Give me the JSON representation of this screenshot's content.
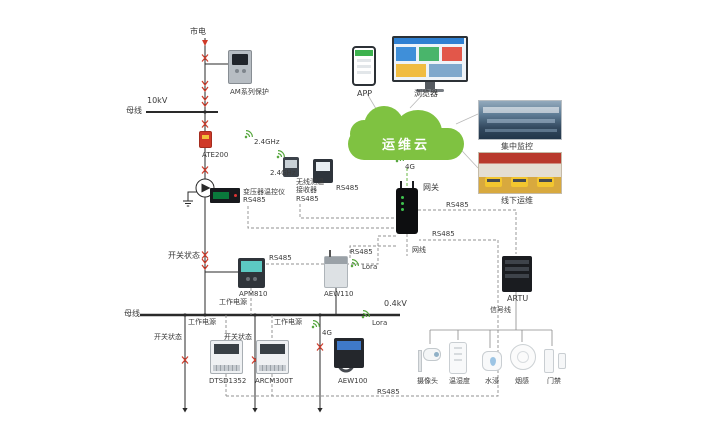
{
  "colors": {
    "accent_red": "#cf3a28",
    "cloud_green": "#7fc241",
    "wireless_green": "#55a63c",
    "gateway_black": "#0d0e10"
  },
  "hv": {
    "mains_label": "市电",
    "relay_label": "AM系列保护",
    "voltage_label": "10kV",
    "busbar_label": "母线",
    "ate200_label": "ATE200",
    "wireless_sensor_label": "2.4GHz",
    "wireless_receiver_label": "2.4GHz",
    "temp_receiver_lines": [
      "无线测温",
      "接收器",
      "RS485"
    ],
    "pq_meter_label": "RS485",
    "transformer_controller_lines": [
      "变压器温控仪",
      "RS485"
    ]
  },
  "lv": {
    "switch_status_label": "开关状态",
    "apm810_bus_label": "RS485",
    "apm810_label": "APM810",
    "aew110_bus_label": "RS485",
    "aew110_radio_label": "Lora",
    "aew110_label": "AEW110",
    "aux_power_label": "工作电源",
    "voltage_label": "0.4kV",
    "busbar_label": "母线"
  },
  "out": {
    "aux_power_1": "工作电源",
    "aux_power_2": "工作电源",
    "switch_status_1": "开关状态",
    "switch_status_2": "开关状态",
    "radio_4g_label": "4G",
    "radio_lora_label": "Lora",
    "dtsd_label": "DTSD1352",
    "arcm_label": "ARCM300T",
    "aew100_label": "AEW100",
    "bus_label": "RS485"
  },
  "cloud": {
    "app_label": "APP",
    "browser_label": "浏览器",
    "cloud_label": "运维云",
    "radio_4g_label": "4G",
    "gateway_label": "网关",
    "lan_label": "网线",
    "monitor_photo_label": "集中监控",
    "field_photo_label": "线下运维",
    "rs485_to_artu": "RS485",
    "rs485_to_bus": "RS485",
    "artu_label": "ARTU",
    "signal_label": "信号线"
  },
  "sensors": {
    "camera": "摄像头",
    "temp_humidity": "温湿度",
    "water_leak": "水浸",
    "smoke": "烟感",
    "door": "门禁"
  }
}
